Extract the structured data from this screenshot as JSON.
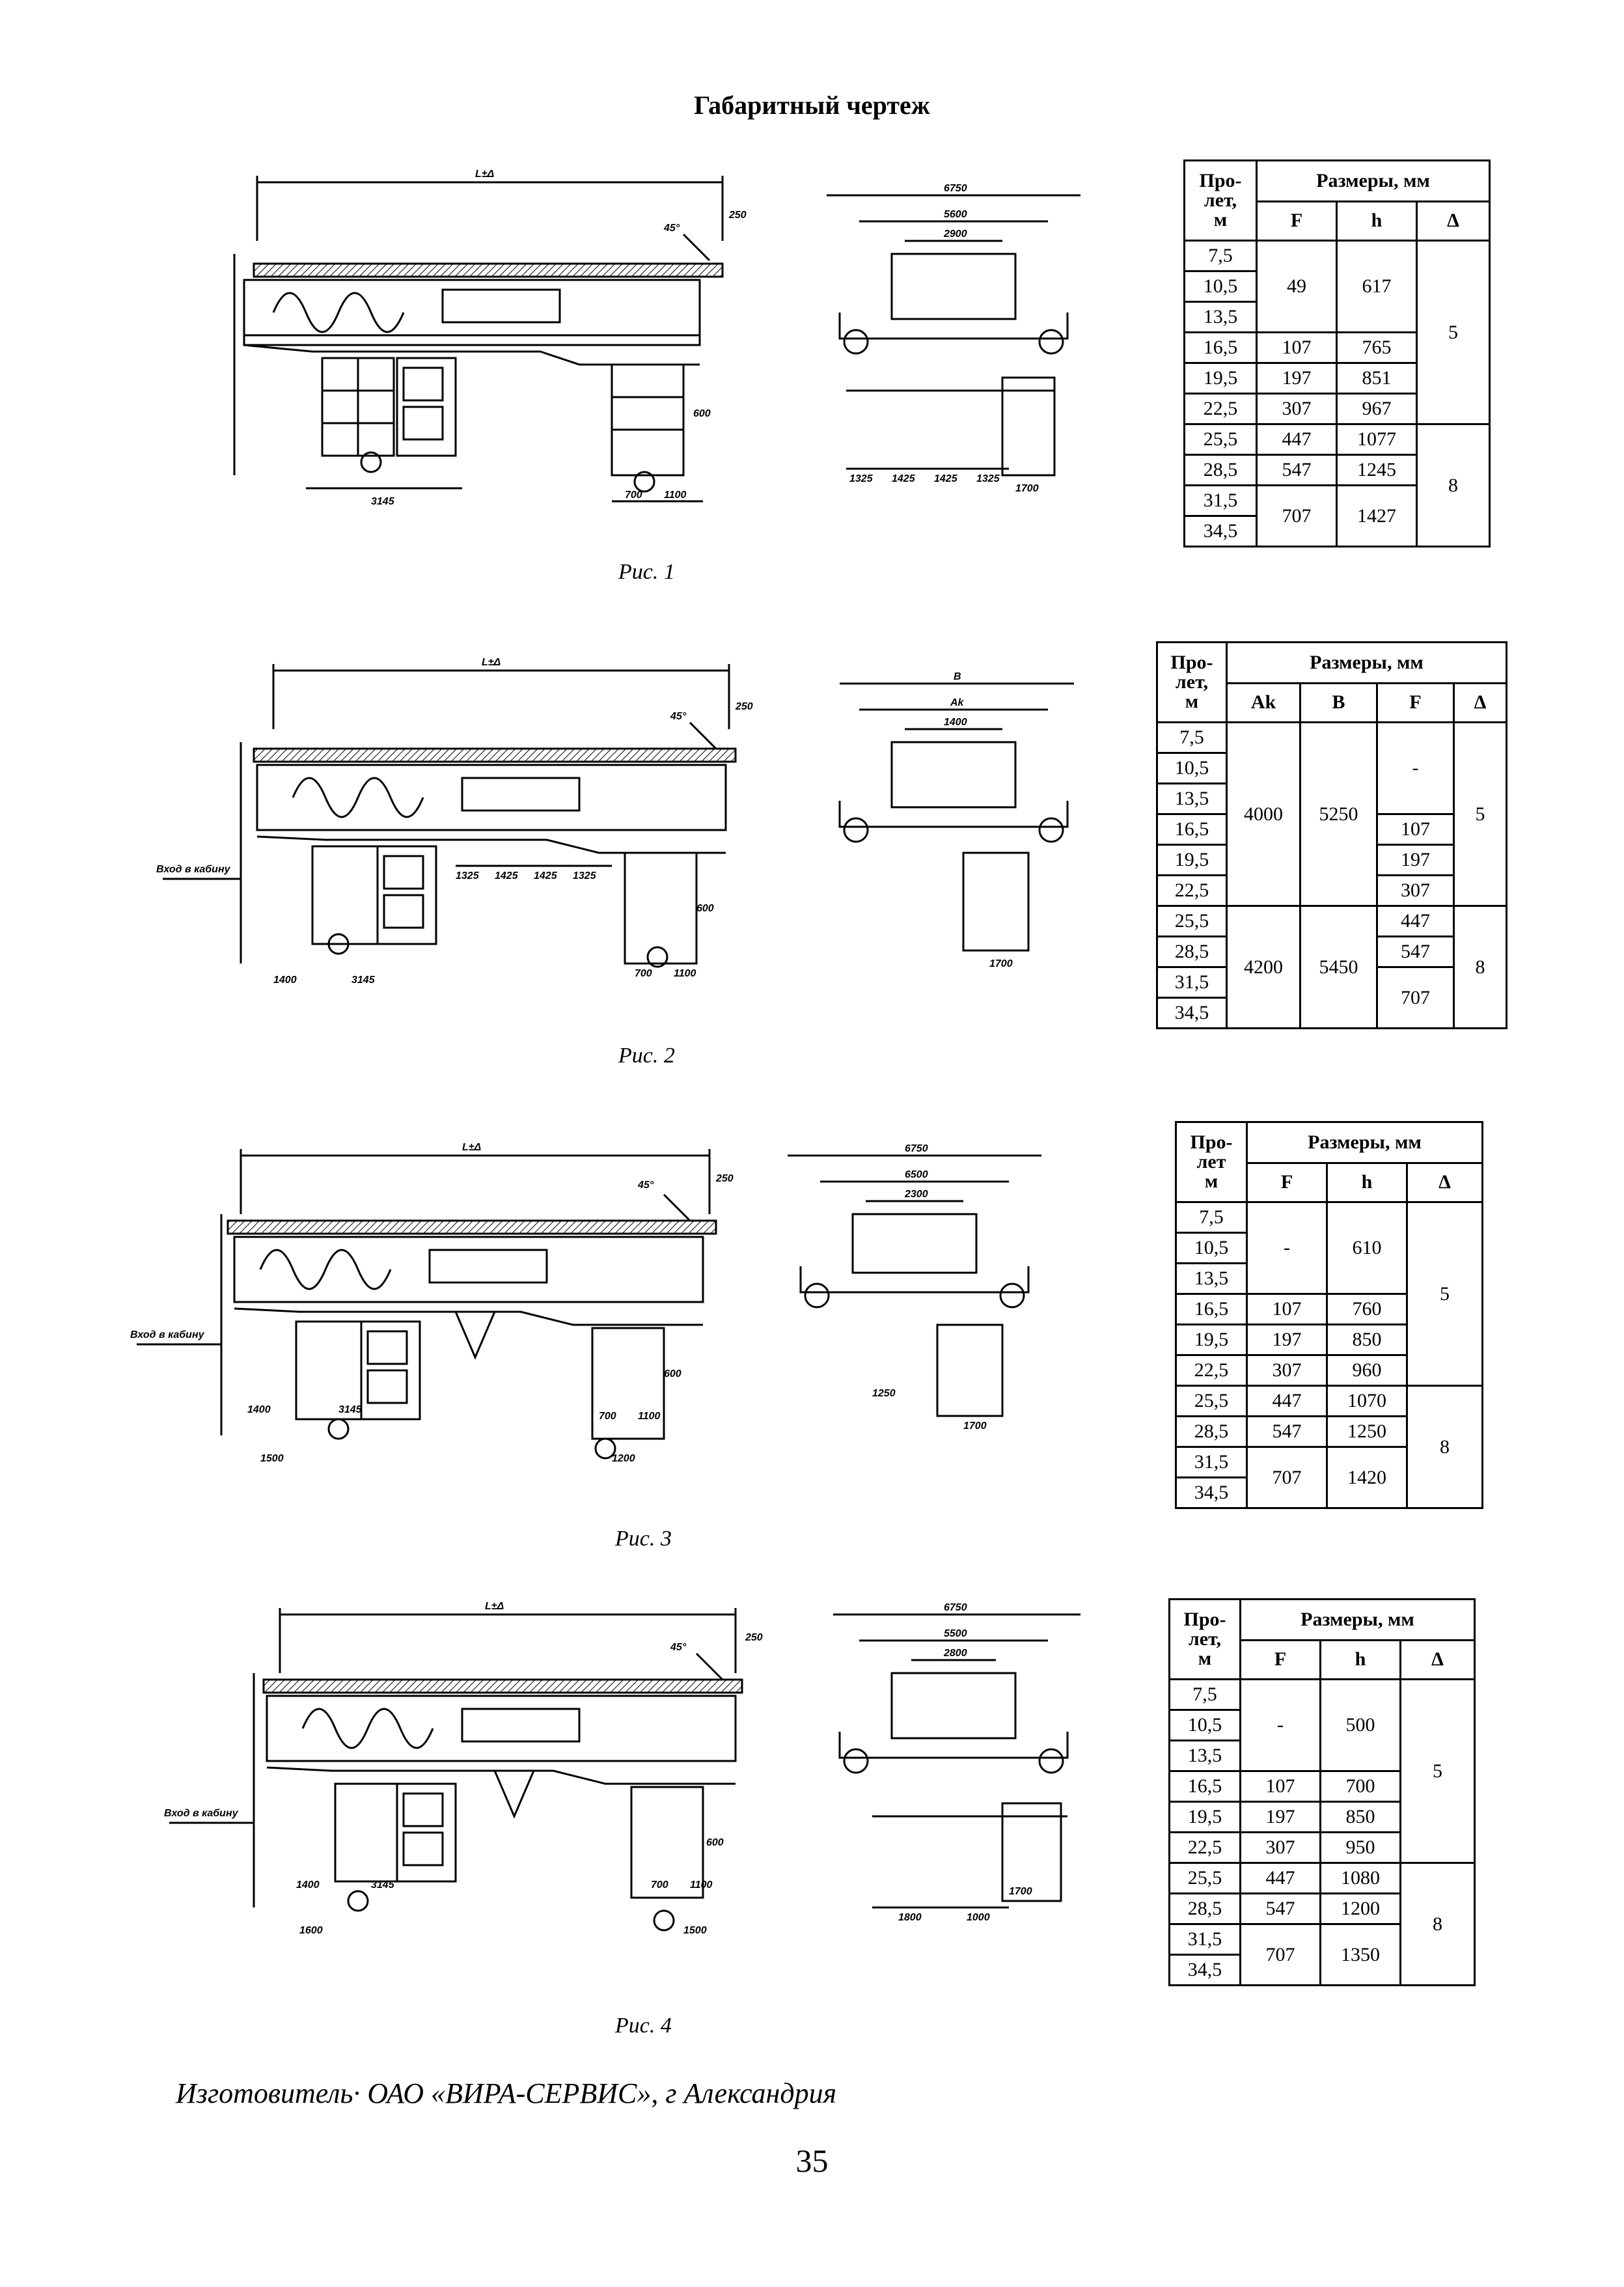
{
  "title": "Габаритный чертеж",
  "figures": [
    {
      "caption": "Рис. 1",
      "side_labels": {
        "span": "L±Δ",
        "d1": "3145",
        "d2": "700",
        "d3": "1100",
        "d4": "600",
        "d5": "250",
        "d6": "45°"
      },
      "end_labels": {
        "top": "6750",
        "mid": "5600",
        "inner": "2900",
        "b1": "1325",
        "b2": "1425",
        "b3": "1425",
        "b4": "1325",
        "b5": "1700"
      },
      "table": {
        "header": {
          "span": "Про-\nлет,\nм",
          "group": "Размеры, мм",
          "cols": [
            "F",
            "h",
            "Δ"
          ]
        },
        "rows": [
          "7,5",
          "10,5",
          "13,5",
          "16,5",
          "19,5",
          "22,5",
          "25,5",
          "28,5",
          "31,5",
          "34,5"
        ]
      }
    },
    {
      "caption": "Рис. 2",
      "side_labels": {
        "span": "L±Δ",
        "d1": "3145",
        "d2": "700",
        "d3": "1100",
        "d4": "600",
        "d5": "250",
        "d6": "45°",
        "entry": "Вход в кабину",
        "d7": "1325",
        "d8": "1425",
        "d9": "1425",
        "d10": "1325",
        "d11": "1400"
      },
      "end_labels": {
        "top": "B",
        "mid": "Ak",
        "inner": "1400",
        "b5": "1700"
      },
      "table": {
        "header": {
          "span": "Про-\nлет,\nм",
          "group": "Размеры, мм",
          "cols": [
            "Ak",
            "B",
            "F",
            "Δ"
          ]
        },
        "rows": [
          "7,5",
          "10,5",
          "13,5",
          "16,5",
          "19,5",
          "22,5",
          "25,5",
          "28,5",
          "31,5",
          "34,5"
        ]
      }
    },
    {
      "caption": "Рис. 3",
      "side_labels": {
        "span": "L±Δ",
        "d1": "3145",
        "d2": "700",
        "d3": "1100",
        "d4": "600",
        "d5": "250",
        "d6": "45°",
        "entry": "Вход в кабину",
        "d11": "1400",
        "d12": "1500",
        "d13": "1200"
      },
      "end_labels": {
        "top": "6750",
        "mid": "6500",
        "inner": "2300",
        "b1": "1250",
        "b5": "1700"
      },
      "table": {
        "header": {
          "span": "Про-\nлет\nм",
          "group": "Размеры, мм",
          "cols": [
            "F",
            "h",
            "Δ"
          ]
        },
        "rows": [
          "7,5",
          "10,5",
          "13,5",
          "16,5",
          "19,5",
          "22,5",
          "25,5",
          "28,5",
          "31,5",
          "34,5"
        ]
      }
    },
    {
      "caption": "Рис. 4",
      "side_labels": {
        "span": "L±Δ",
        "d1": "3145",
        "d2": "700",
        "d3": "1100",
        "d4": "600",
        "d5": "250",
        "d6": "45°",
        "entry": "Вход в кабину",
        "d11": "1400",
        "d12": "1600",
        "d13": "1500"
      },
      "end_labels": {
        "top": "6750",
        "mid": "5500",
        "inner": "2800",
        "b1": "1800",
        "b2": "1000",
        "b5": "1700"
      },
      "table": {
        "header": {
          "span": "Про-\nлет,\nм",
          "group": "Размеры, мм",
          "cols": [
            "F",
            "h",
            "Δ"
          ]
        },
        "rows": [
          "7,5",
          "10,5",
          "13,5",
          "16,5",
          "19,5",
          "22,5",
          "25,5",
          "28,5",
          "31,5",
          "34,5"
        ]
      }
    }
  ],
  "tables": {
    "t1": {
      "F": [
        "49",
        "107",
        "197",
        "307",
        "447",
        "547",
        "707"
      ],
      "h": [
        "617",
        "765",
        "851",
        "967",
        "1077",
        "1245",
        "1427"
      ],
      "D": [
        "5",
        "8"
      ]
    },
    "t2": {
      "Ak": [
        "4000",
        "4200"
      ],
      "B": [
        "5250",
        "5450"
      ],
      "F": [
        "-",
        "107",
        "197",
        "307",
        "447",
        "547",
        "707"
      ],
      "D": [
        "5",
        "8"
      ]
    },
    "t3": {
      "F": [
        "-",
        "107",
        "197",
        "307",
        "447",
        "547",
        "707"
      ],
      "h": [
        "610",
        "760",
        "850",
        "960",
        "1070",
        "1250",
        "1420"
      ],
      "D": [
        "5",
        "8"
      ]
    },
    "t4": {
      "F": [
        "-",
        "107",
        "197",
        "307",
        "447",
        "547",
        "707"
      ],
      "h": [
        "500",
        "700",
        "850",
        "950",
        "1080",
        "1200",
        "1350"
      ],
      "D": [
        "5",
        "8"
      ]
    }
  },
  "footer": "Изготовитель· ОАО «ВИРА-СЕРВИС», г  Александрия",
  "page_number": "35"
}
